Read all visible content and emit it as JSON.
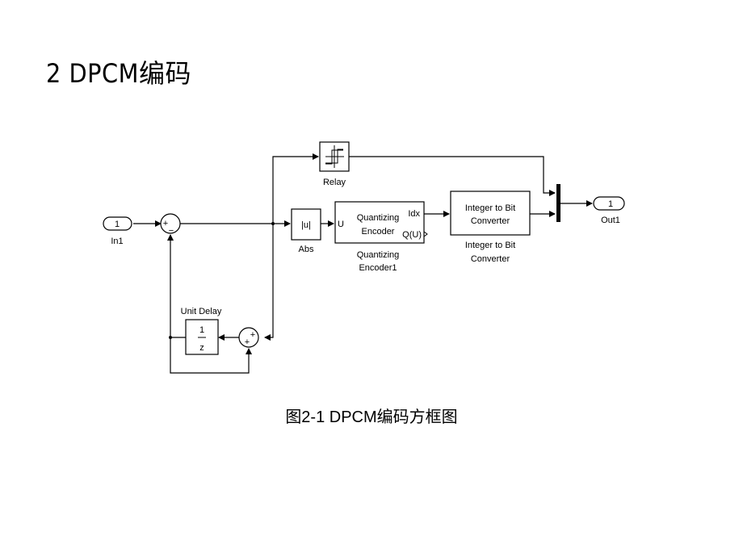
{
  "slide": {
    "title": "2 DPCM编码",
    "caption": "图2-1 DPCM编码方框图"
  },
  "diagram": {
    "in_port": {
      "number": "1",
      "label": "In1"
    },
    "out_port": {
      "number": "1",
      "label": "Out1"
    },
    "sum1": {
      "plus": "+",
      "minus": "−"
    },
    "sum2": {
      "plus_top": "+",
      "plus_left": "+"
    },
    "relay": {
      "label": "Relay"
    },
    "abs": {
      "symbol": "|u|",
      "label": "Abs"
    },
    "quantizer": {
      "port_in": "U",
      "text_line1": "Quantizing",
      "text_line2": "Encoder",
      "port_idx": "Idx",
      "port_q": "Q(U)",
      "label_line1": "Quantizing",
      "label_line2": "Encoder1"
    },
    "int2bit": {
      "text_line1": "Integer to Bit",
      "text_line2": "Converter",
      "label_line1": "Integer to Bit",
      "label_line2": "Converter"
    },
    "unit_delay": {
      "numerator": "1",
      "denominator": "z",
      "label": "Unit Delay"
    }
  }
}
